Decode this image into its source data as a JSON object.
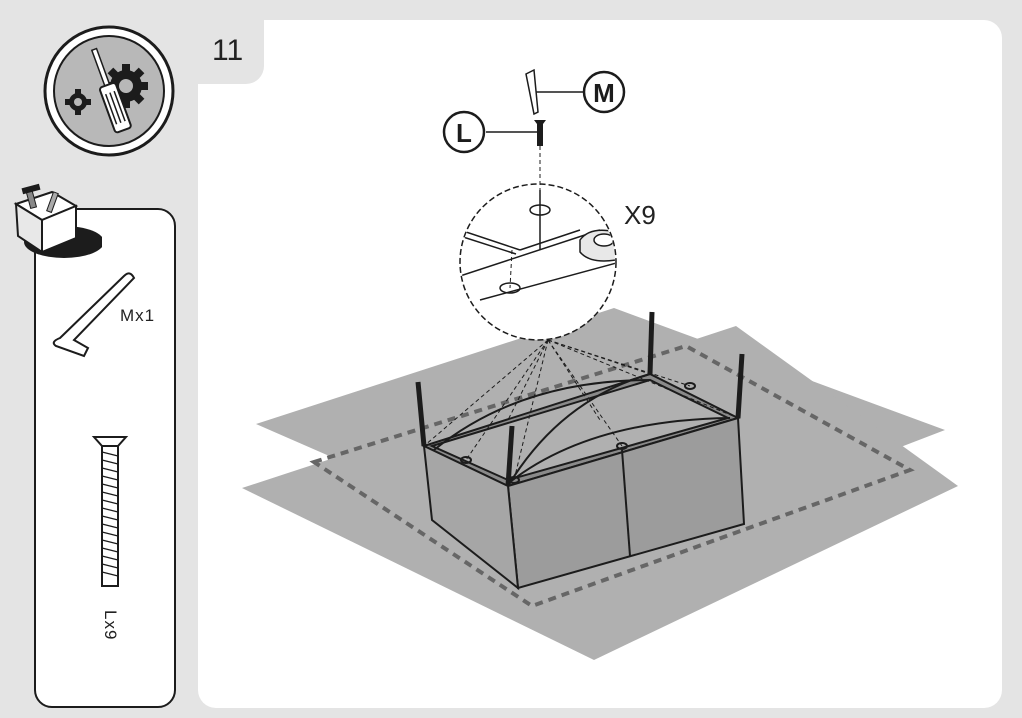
{
  "step": {
    "number": "11"
  },
  "parts": {
    "m": {
      "letter": "M",
      "label": "Mx1"
    },
    "l": {
      "letter": "L",
      "label": "Lx9"
    }
  },
  "detail": {
    "quantity": "X9"
  },
  "icons": [
    "tools-badge-icon",
    "toolbox-icon",
    "hex-key-icon",
    "screw-icon"
  ],
  "colors": {
    "background": "#e4e4e4",
    "panel": "#ffffff",
    "mat": "#b0b0b0",
    "line": "#1c1c1c"
  }
}
